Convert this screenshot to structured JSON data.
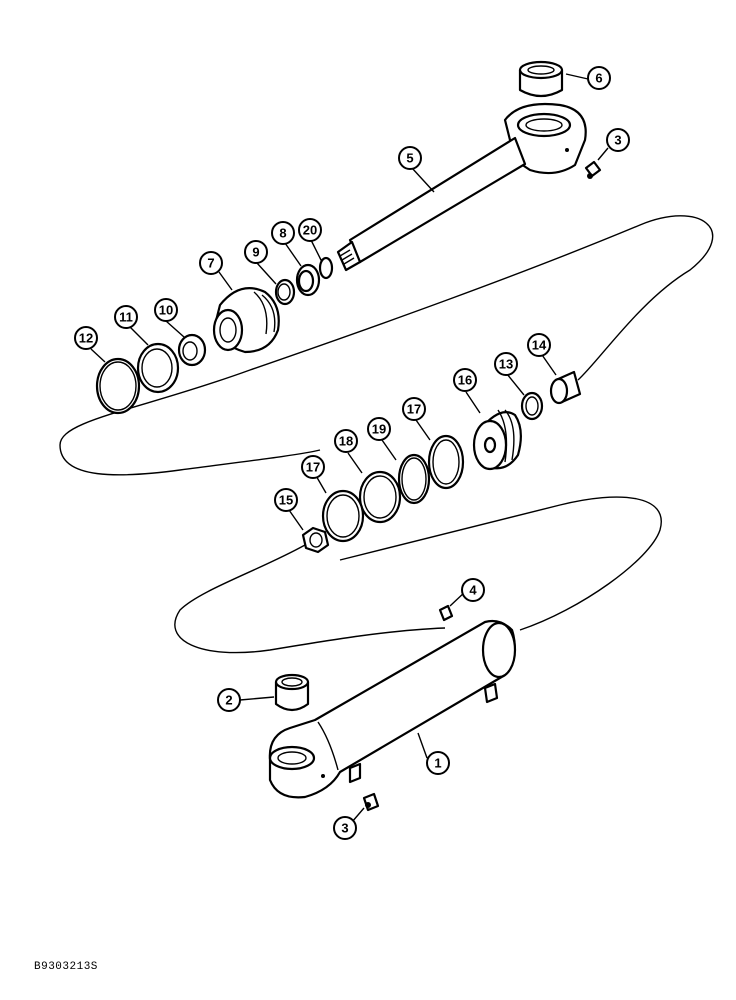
{
  "diagram": {
    "figure_code": "B9303213S",
    "callouts": [
      {
        "label": "1"
      },
      {
        "label": "2"
      },
      {
        "label": "3"
      },
      {
        "label": "3"
      },
      {
        "label": "4"
      },
      {
        "label": "5"
      },
      {
        "label": "6"
      },
      {
        "label": "7"
      },
      {
        "label": "8"
      },
      {
        "label": "9"
      },
      {
        "label": "10"
      },
      {
        "label": "11"
      },
      {
        "label": "12"
      },
      {
        "label": "13"
      },
      {
        "label": "14"
      },
      {
        "label": "15"
      },
      {
        "label": "16"
      },
      {
        "label": "17"
      },
      {
        "label": "17"
      },
      {
        "label": "18"
      },
      {
        "label": "19"
      },
      {
        "label": "20"
      }
    ]
  }
}
